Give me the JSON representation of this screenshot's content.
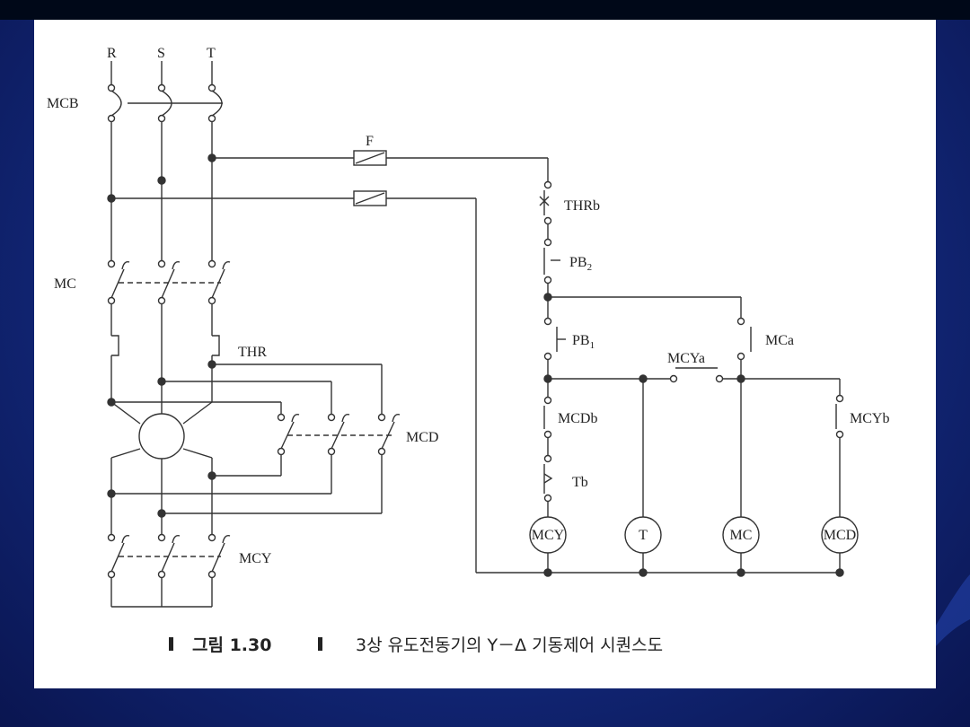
{
  "diagram": {
    "labels": {
      "phase_r": "R",
      "phase_s": "S",
      "phase_t": "T",
      "mcb": "MCB",
      "fuse": "F",
      "mc": "MC",
      "thr": "THR",
      "mcd": "MCD",
      "mcy": "MCY",
      "thrb": "THRb",
      "pb2_base": "PB",
      "pb2_sub": "2",
      "pb1_base": "PB",
      "pb1_sub": "1",
      "mca": "MCa",
      "mcya": "MCYa",
      "mcdb": "MCDb",
      "mcyb": "MCYb",
      "tb": "Tb"
    },
    "coils": {
      "mcy": "MCY",
      "t": "T",
      "mc": "MC",
      "mcd": "MCD"
    },
    "caption": {
      "figure_label": "그림 1.30",
      "text": "3상 유도전동기의 Y－Δ 기동제어 시퀀스도"
    }
  },
  "colors": {
    "background": "#12287a",
    "panel": "#ffffff",
    "line": "#333333"
  }
}
